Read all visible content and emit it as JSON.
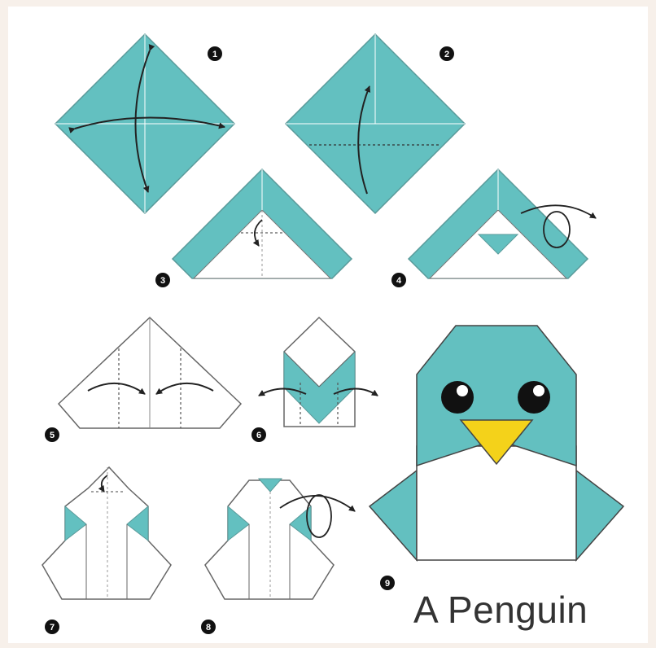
{
  "title": "A Penguin",
  "colors": {
    "paper_teal": "#63c0c0",
    "paper_white": "#ffffff",
    "outline": "#555555",
    "beak": "#f4d21a",
    "badge": "#111111",
    "background": "#ffffff"
  },
  "steps": [
    {
      "number": "1",
      "name": "step-1-diamond-fold-diagonals"
    },
    {
      "number": "2",
      "name": "step-2-fold-bottom-up"
    },
    {
      "number": "3",
      "name": "step-3-fold-tip-down"
    },
    {
      "number": "4",
      "name": "step-4-turn-over"
    },
    {
      "number": "5",
      "name": "step-5-fold-sides-in"
    },
    {
      "number": "6",
      "name": "step-6-fold-flaps-out"
    },
    {
      "number": "7",
      "name": "step-7-fold-tip-down"
    },
    {
      "number": "8",
      "name": "step-8-turn-over"
    },
    {
      "number": "9",
      "name": "step-9-finished-penguin"
    }
  ],
  "icons": {
    "fold_arrow": "curved-arrow-icon",
    "turn_over": "turn-over-arrow-icon"
  }
}
